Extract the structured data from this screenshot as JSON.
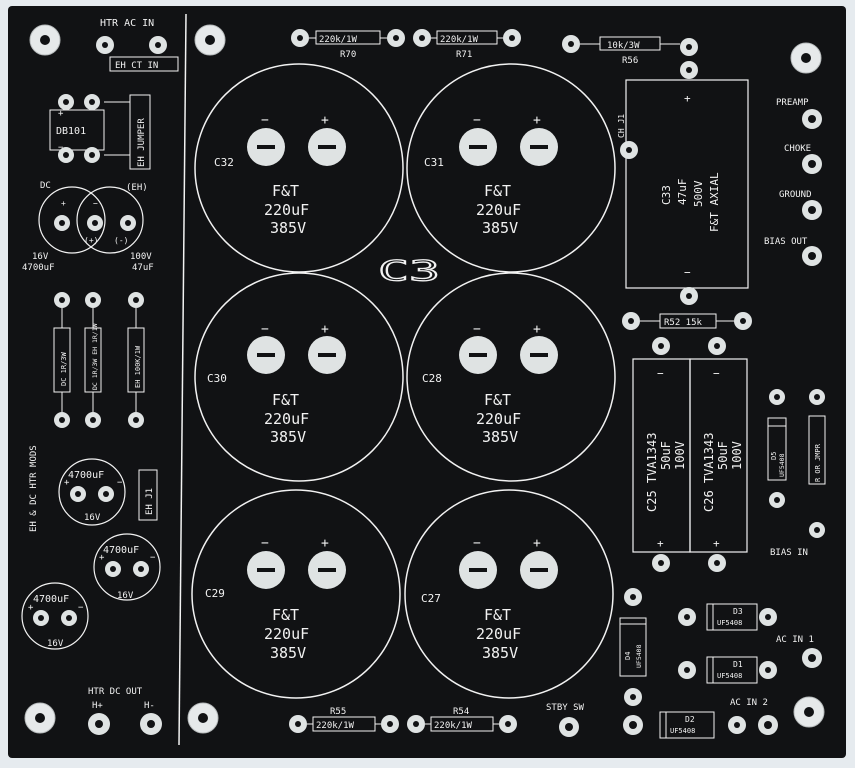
{
  "board": {
    "bg_color": "#e6ebef",
    "pcb_color": "#111214",
    "silk_color": "#f2f2f2",
    "pad_color": "#dfe3e3",
    "logo": "C3"
  },
  "left_panel": {
    "htr_ac_in": "HTR AC IN",
    "eh_ct_in": "EH CT IN",
    "db101": "DB101",
    "eh_jumper": "EH JUMPER",
    "dc": "DC",
    "eh": "(EH)",
    "plus_label": "(+)",
    "minus_label": "(-)",
    "cap_16v": "16V",
    "cap_4700uf": "4700uF",
    "cap_100v": "100V",
    "cap_47uf": "47uF",
    "res_dc_1r": "DC 1R/3W",
    "res_dc_eh": "DC 1R/3W EH 1R/1W",
    "res_eh_100k": "EH 100K/1W",
    "vertical_mods": "EH & DC HTR MODS",
    "cap_a_value": "4700uF",
    "cap_a_voltage": "16V",
    "eh_j1": "EH J1",
    "cap_b_value": "4700uF",
    "cap_b_voltage": "16V",
    "cap_c_value": "4700uF",
    "cap_c_voltage": "16V",
    "htr_dc_out": "HTR DC OUT",
    "h_plus": "H+",
    "h_minus": "H-"
  },
  "resistors": {
    "r70_value": "220k/1W",
    "r70": "R70",
    "r71_value": "220k/1W",
    "r71": "R71",
    "r56_value": "10k/3W",
    "r56": "R56",
    "r52": "R52 15k",
    "r55": "R55",
    "r55_value": "220k/1W",
    "r54": "R54",
    "r54_value": "220k/1W"
  },
  "capacitors": {
    "brand": "F&T",
    "value": "220uF",
    "voltage": "385V",
    "c32": "C32",
    "c31": "C31",
    "c30": "C30",
    "c28": "C28",
    "c29": "C29",
    "c27": "C27",
    "minus": "−",
    "plus": "+"
  },
  "c33": {
    "label": "C33",
    "value": "47uF",
    "voltage": "500V",
    "type": "F&T AXIAL",
    "ch_j1": "CH J1"
  },
  "tva": {
    "c25": "C25  TVA1343",
    "c25_value": "50uF",
    "c25_voltage": "100V",
    "c26": "C26  TVA1343",
    "c26_value": "50uF",
    "c26_voltage": "100V"
  },
  "right_labels": {
    "preamp": "PREAMP",
    "choke": "CHOKE",
    "ground": "GROUND",
    "bias_out": "BIAS OUT",
    "d5": "D5",
    "uf5408": "UF5408",
    "r_or_jmpr": "R OR JMPR",
    "bias_in": "BIAS IN",
    "d3": "D3",
    "d1": "D1",
    "d4": "D4",
    "d2": "D2",
    "ac_in_1": "AC IN 1",
    "ac_in_2": "AC IN 2",
    "stby_sw": "STBY SW"
  }
}
